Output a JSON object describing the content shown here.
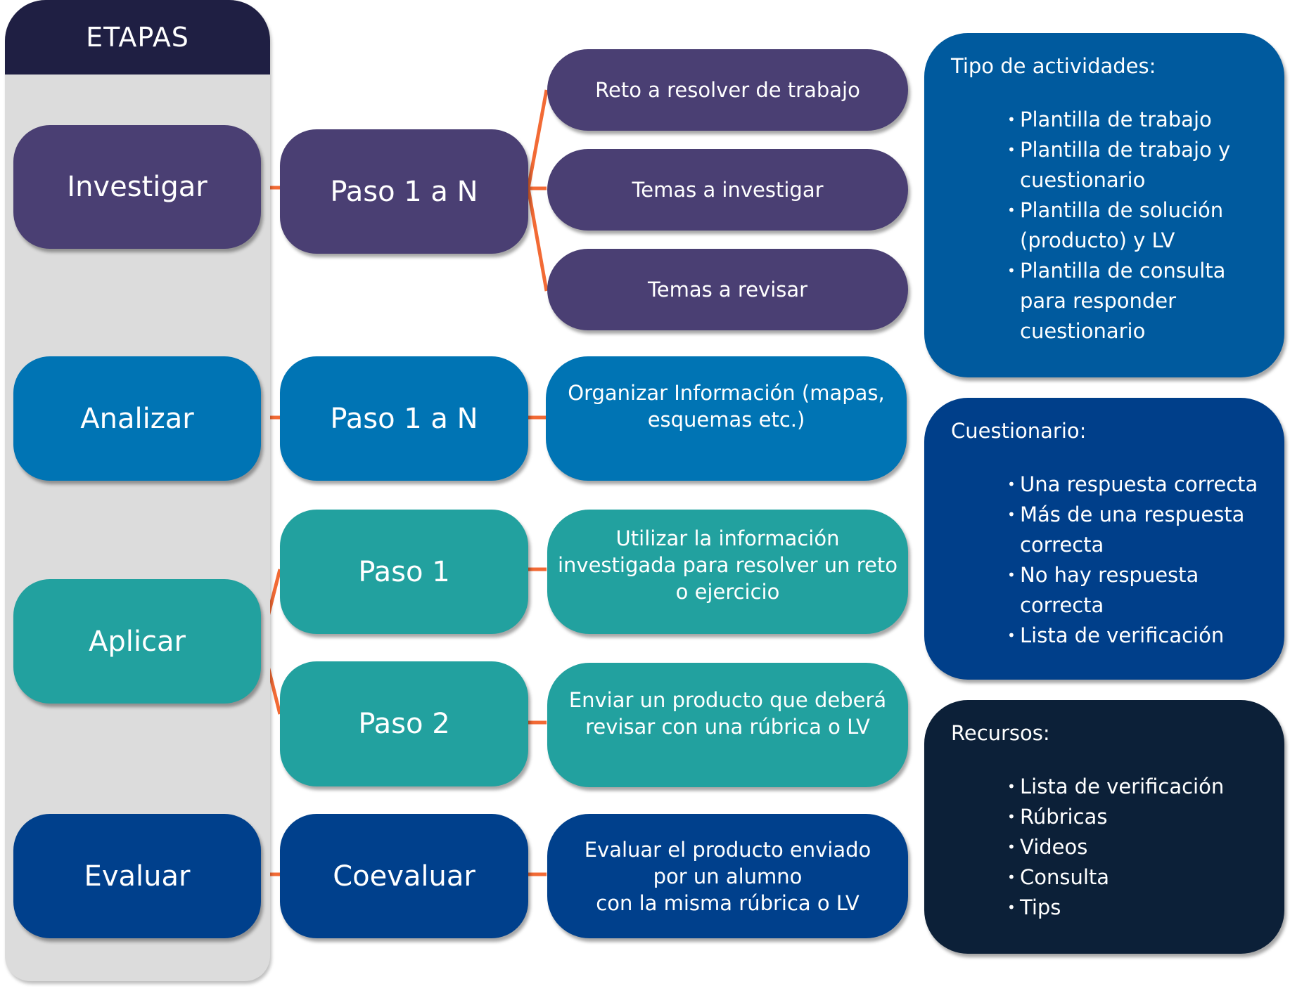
{
  "panel": {
    "title": "ETAPAS"
  },
  "stages": [
    {
      "label": "Investigar"
    },
    {
      "label": "Analizar"
    },
    {
      "label": "Aplicar"
    },
    {
      "label": "Evaluar"
    }
  ],
  "steps": [
    {
      "label": "Paso 1 a N"
    },
    {
      "label": "Paso 1 a N"
    },
    {
      "label": "Paso 1"
    },
    {
      "label": "Paso 2"
    },
    {
      "label": "Coevaluar"
    }
  ],
  "details": [
    {
      "lines": [
        "Reto a resolver de trabajo"
      ]
    },
    {
      "lines": [
        "Temas a investigar"
      ]
    },
    {
      "lines": [
        "Temas a revisar"
      ]
    },
    {
      "lines": [
        "Organizar Información (mapas,",
        "esquemas etc.)"
      ]
    },
    {
      "lines": [
        "Utilizar la información",
        "investigada para resolver un reto",
        "o ejercicio"
      ]
    },
    {
      "lines": [
        "Enviar un producto que deberá",
        "revisar con una rúbrica o LV"
      ]
    },
    {
      "lines": [
        "Evaluar el producto enviado",
        "por un alumno",
        "con la misma rúbrica o LV"
      ]
    }
  ],
  "info_boxes": [
    {
      "title": "Tipo de actividades:",
      "items": [
        "Plantilla de trabajo",
        "Plantilla de trabajo y cuestionario",
        "Plantilla de solución (producto) y LV",
        "Plantilla de consulta para responder cuestionario"
      ]
    },
    {
      "title": "Cuestionario:",
      "items": [
        "Una respuesta correcta",
        "Más de una respuesta correcta",
        "No hay respuesta correcta",
        "Lista de verificación"
      ]
    },
    {
      "title": "Recursos:",
      "items": [
        "Lista de verificación",
        "Rúbricas",
        "Videos",
        "Consulta",
        "Tips"
      ]
    }
  ],
  "colors": {
    "investigar": "#4a3f73",
    "analizar": "#0074b4",
    "aplicar": "#22a19f",
    "evaluar": "#00408c",
    "connector": "#f26a35",
    "panel_header": "#1f1f43",
    "panel_bg": "#dcdcdc"
  }
}
